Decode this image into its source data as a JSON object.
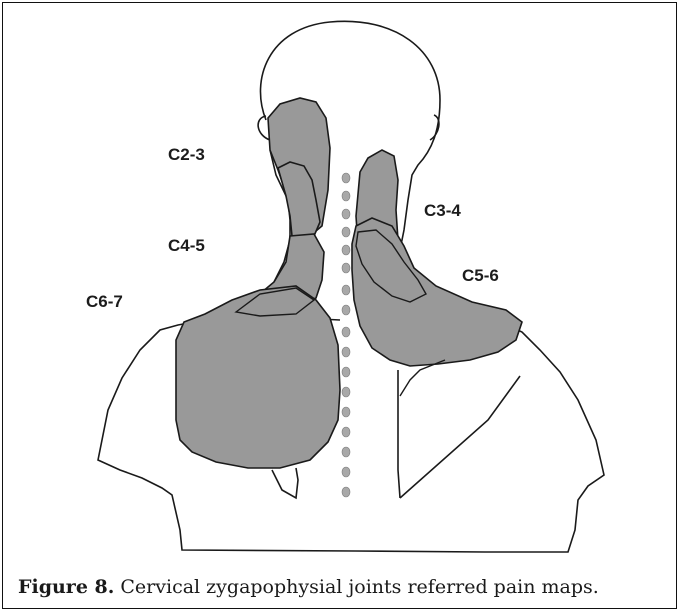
{
  "figure": {
    "labels": {
      "c2_3": "C2-3",
      "c3_4": "C3-4",
      "c4_5": "C4-5",
      "c5_6": "C5-6",
      "c6_7": "C6-7"
    },
    "caption_number": "Figure 8.",
    "caption_text": " Cervical zygapophysial joints referred pain maps."
  },
  "colors": {
    "outline": "#1a1a1a",
    "pain_region_fill": "#999999",
    "spine_dot": "#a8a8a8",
    "background": "#ffffff"
  }
}
